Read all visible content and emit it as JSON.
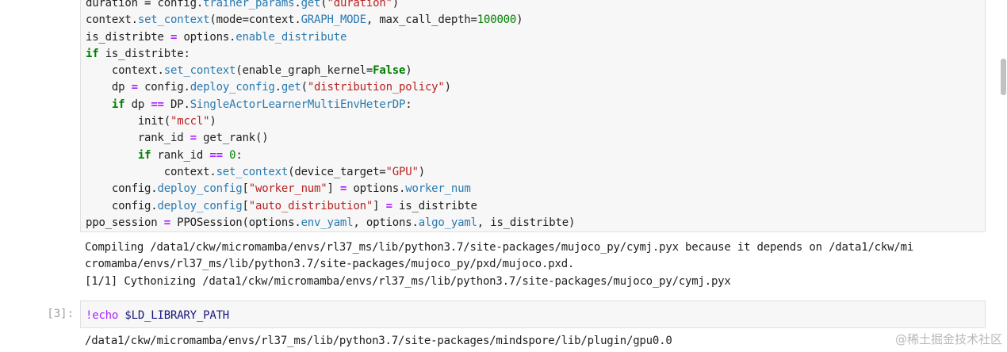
{
  "cell1": {
    "lines": [
      [
        {
          "t": "duration = config.",
          "c": ""
        },
        {
          "t": "trainer_params",
          "c": "attr"
        },
        {
          "t": ".",
          "c": ""
        },
        {
          "t": "get",
          "c": "attr"
        },
        {
          "t": "(",
          "c": ""
        },
        {
          "t": "\"duration\"",
          "c": "str"
        },
        {
          "t": ")",
          "c": ""
        }
      ],
      [
        {
          "t": "context.",
          "c": ""
        },
        {
          "t": "set_context",
          "c": "attr"
        },
        {
          "t": "(mode=context.",
          "c": ""
        },
        {
          "t": "GRAPH_MODE",
          "c": "attr"
        },
        {
          "t": ", max_call_depth=",
          "c": ""
        },
        {
          "t": "100000",
          "c": "num"
        },
        {
          "t": ")",
          "c": ""
        }
      ],
      [
        {
          "t": "is_distribte ",
          "c": ""
        },
        {
          "t": "=",
          "c": "op"
        },
        {
          "t": " options.",
          "c": ""
        },
        {
          "t": "enable_distribute",
          "c": "attr"
        }
      ],
      [
        {
          "t": "if",
          "c": "kw"
        },
        {
          "t": " is_distribte:",
          "c": ""
        }
      ],
      [
        {
          "t": "    context.",
          "c": ""
        },
        {
          "t": "set_context",
          "c": "attr"
        },
        {
          "t": "(enable_graph_kernel=",
          "c": ""
        },
        {
          "t": "False",
          "c": "bi"
        },
        {
          "t": ")",
          "c": ""
        }
      ],
      [
        {
          "t": "    dp ",
          "c": ""
        },
        {
          "t": "=",
          "c": "op"
        },
        {
          "t": " config.",
          "c": ""
        },
        {
          "t": "deploy_config",
          "c": "attr"
        },
        {
          "t": ".",
          "c": ""
        },
        {
          "t": "get",
          "c": "attr"
        },
        {
          "t": "(",
          "c": ""
        },
        {
          "t": "\"distribution_policy\"",
          "c": "str"
        },
        {
          "t": ")",
          "c": ""
        }
      ],
      [
        {
          "t": "    ",
          "c": ""
        },
        {
          "t": "if",
          "c": "kw"
        },
        {
          "t": " dp ",
          "c": ""
        },
        {
          "t": "==",
          "c": "op"
        },
        {
          "t": " DP.",
          "c": ""
        },
        {
          "t": "SingleActorLearnerMultiEnvHeterDP",
          "c": "attr"
        },
        {
          "t": ":",
          "c": ""
        }
      ],
      [
        {
          "t": "        init(",
          "c": ""
        },
        {
          "t": "\"mccl\"",
          "c": "str"
        },
        {
          "t": ")",
          "c": ""
        }
      ],
      [
        {
          "t": "        rank_id ",
          "c": ""
        },
        {
          "t": "=",
          "c": "op"
        },
        {
          "t": " get_rank()",
          "c": ""
        }
      ],
      [
        {
          "t": "        ",
          "c": ""
        },
        {
          "t": "if",
          "c": "kw"
        },
        {
          "t": " rank_id ",
          "c": ""
        },
        {
          "t": "==",
          "c": "op"
        },
        {
          "t": " ",
          "c": ""
        },
        {
          "t": "0",
          "c": "num"
        },
        {
          "t": ":",
          "c": ""
        }
      ],
      [
        {
          "t": "            context.",
          "c": ""
        },
        {
          "t": "set_context",
          "c": "attr"
        },
        {
          "t": "(device_target=",
          "c": ""
        },
        {
          "t": "\"GPU\"",
          "c": "str"
        },
        {
          "t": ")",
          "c": ""
        }
      ],
      [
        {
          "t": "    config.",
          "c": ""
        },
        {
          "t": "deploy_config",
          "c": "attr"
        },
        {
          "t": "[",
          "c": ""
        },
        {
          "t": "\"worker_num\"",
          "c": "str"
        },
        {
          "t": "] ",
          "c": ""
        },
        {
          "t": "=",
          "c": "op"
        },
        {
          "t": " options.",
          "c": ""
        },
        {
          "t": "worker_num",
          "c": "attr"
        }
      ],
      [
        {
          "t": "    config.",
          "c": ""
        },
        {
          "t": "deploy_config",
          "c": "attr"
        },
        {
          "t": "[",
          "c": ""
        },
        {
          "t": "\"auto_distribution\"",
          "c": "str"
        },
        {
          "t": "] ",
          "c": ""
        },
        {
          "t": "=",
          "c": "op"
        },
        {
          "t": " is_distribte",
          "c": ""
        }
      ],
      [
        {
          "t": "ppo_session ",
          "c": ""
        },
        {
          "t": "=",
          "c": "op"
        },
        {
          "t": " PPOSession(options.",
          "c": ""
        },
        {
          "t": "env_yaml",
          "c": "attr"
        },
        {
          "t": ", options.",
          "c": ""
        },
        {
          "t": "algo_yaml",
          "c": "attr"
        },
        {
          "t": ", is_distribte)",
          "c": ""
        }
      ]
    ]
  },
  "output1": {
    "lines": [
      "Compiling /data1/ckw/micromamba/envs/rl37_ms/lib/python3.7/site-packages/mujoco_py/cymj.pyx because it depends on /data1/ckw/mi",
      "cromamba/envs/rl37_ms/lib/python3.7/site-packages/mujoco_py/pxd/mujoco.pxd.",
      "[1/1] Cythonizing /data1/ckw/micromamba/envs/rl37_ms/lib/python3.7/site-packages/mujoco_py/cymj.pyx"
    ]
  },
  "cell2": {
    "prompt": "[3]:",
    "bang": "!echo ",
    "var": "$LD_LIBRARY_PATH"
  },
  "output2": {
    "text": "/data1/ckw/micromamba/envs/rl37_ms/lib/python3.7/site-packages/mindspore/lib/plugin/gpu0.0"
  },
  "watermark": "@稀土掘金技术社区"
}
